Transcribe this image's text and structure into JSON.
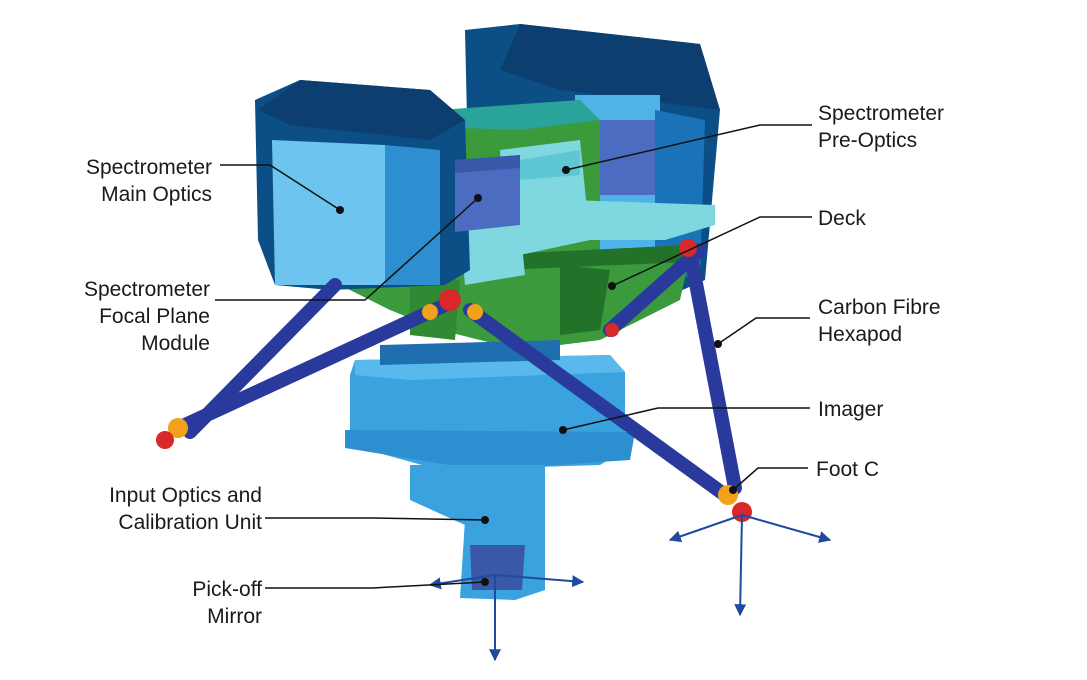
{
  "labels": {
    "spectrometer_main_optics": [
      "Spectrometer",
      "Main Optics"
    ],
    "spectrometer_focal_plane_module": [
      "Spectrometer",
      "Focal Plane",
      "Module"
    ],
    "input_optics": [
      "Input Optics and",
      "Calibration Unit"
    ],
    "pickoff_mirror": [
      "Pick-off",
      "Mirror"
    ],
    "spectrometer_pre_optics": [
      "Spectrometer",
      "Pre-Optics"
    ],
    "deck": [
      "Deck"
    ],
    "carbon_fibre_hexapod": [
      "Carbon Fibre",
      "Hexapod"
    ],
    "imager": [
      "Imager"
    ],
    "foot_c": [
      "Foot C"
    ]
  },
  "colors": {
    "dark_blue": "#0b4f86",
    "mid_blue": "#1a72b8",
    "light_blue": "#4fb3e8",
    "sky_blue": "#6cc4ef",
    "cyan": "#7fd8e0",
    "green": "#3a9a3c",
    "dark_green": "#23722a",
    "teal": "#2aa39a",
    "strut_blue": "#2a3a9c",
    "slate": "#4b6cc0",
    "imager_blue": "#3aa2df",
    "red": "#d8282a",
    "orange": "#f2a21a",
    "arrow": "#1f4aa0"
  }
}
